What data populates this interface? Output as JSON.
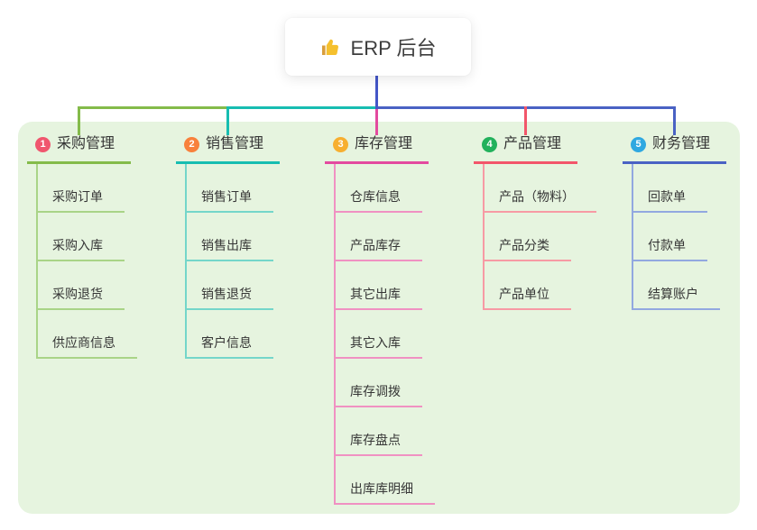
{
  "root": {
    "label": "ERP 后台",
    "icon": "thumbs-up-icon",
    "line_color": "#4456c7"
  },
  "canvas": {
    "background": "#e6f4df"
  },
  "branches": [
    {
      "number": "1",
      "label": "采购管理",
      "badge_color": "#f0566e",
      "line_color": "#84bb4a",
      "sub_line_color": "#a9d487",
      "items": [
        "采购订单",
        "采购入库",
        "采购退货",
        "供应商信息"
      ]
    },
    {
      "number": "2",
      "label": "销售管理",
      "badge_color": "#f8813c",
      "line_color": "#17bdb1",
      "sub_line_color": "#74d6ca",
      "items": [
        "销售订单",
        "销售出库",
        "销售退货",
        "客户信息"
      ]
    },
    {
      "number": "3",
      "label": "库存管理",
      "badge_color": "#f7af30",
      "line_color": "#e34a9f",
      "sub_line_color": "#f091c2",
      "items": [
        "仓库信息",
        "产品库存",
        "其它出库",
        "其它入库",
        "库存调拨",
        "库存盘点",
        "出库库明细"
      ]
    },
    {
      "number": "4",
      "label": "产品管理",
      "badge_color": "#22b15c",
      "line_color": "#f2566a",
      "sub_line_color": "#f79aa4",
      "items": [
        "产品（物料）",
        "产品分类",
        "产品单位"
      ]
    },
    {
      "number": "5",
      "label": "财务管理",
      "badge_color": "#2fa8e1",
      "line_color": "#4a62c4",
      "sub_line_color": "#92a8e0",
      "items": [
        "回款单",
        "付款单",
        "结算账户"
      ]
    }
  ]
}
